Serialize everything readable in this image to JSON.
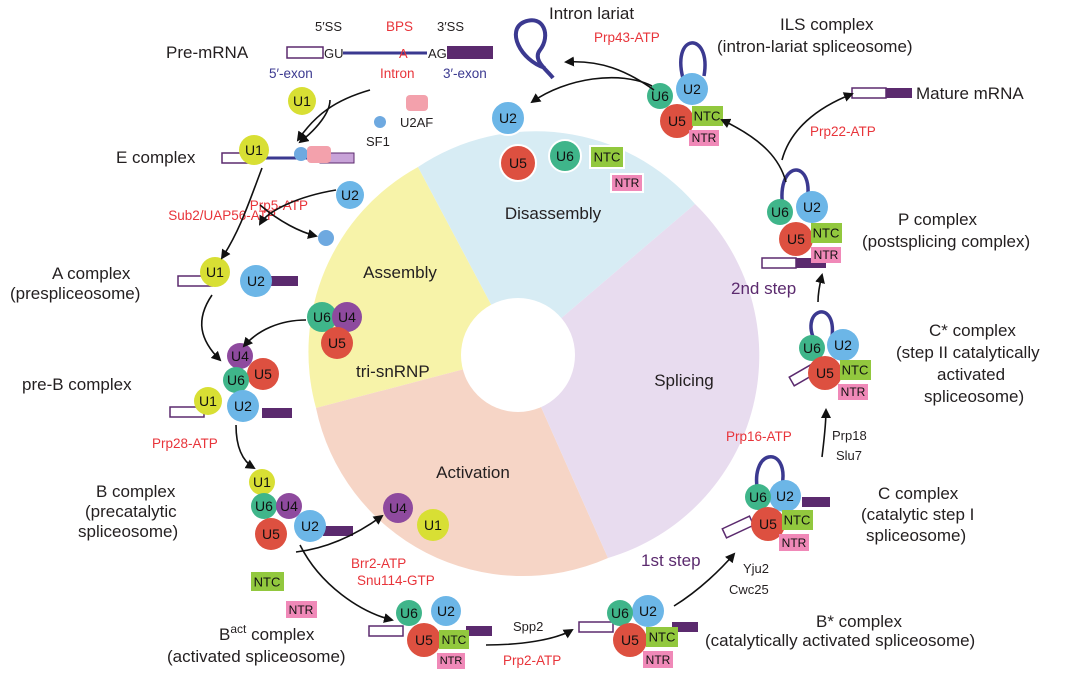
{
  "colors": {
    "u1": "#d8df34",
    "u2": "#6cb6e7",
    "u4": "#8e4a9e",
    "u5": "#dd5040",
    "u6": "#3fb58a",
    "ntc": "#92c83e",
    "ntr": "#f089b8",
    "u2af": "#f3a1ac",
    "sf1": "#6ea9e0",
    "exon": "#5b2a6e",
    "assembly": "#f7f3a9",
    "activation": "#f6d5c6",
    "splicing": "#e8dcef",
    "disassembly": "#d7ecf4",
    "red_label": "#e8343a",
    "intron": "#3b3990"
  },
  "sectors": {
    "assembly": "Assembly",
    "activation": "Activation",
    "splicing": "Splicing",
    "disassembly": "Disassembly"
  },
  "premrna": {
    "title": "Pre-mRNA",
    "ss5": "5′SS",
    "bps": "BPS",
    "ss3": "3′SS",
    "gu": "GU",
    "a": "A",
    "ag": "AG",
    "exon5": "5′-exon",
    "intron": "Intron",
    "exon3": "3′-exon"
  },
  "complexes": {
    "e": "E complex",
    "a_l1": "A complex",
    "a_l2": "(prespliceosome)",
    "preb": "pre-B complex",
    "b_l1": "B complex",
    "b_l2": "(precatalytic",
    "b_l3": "spliceosome)",
    "bact_main": "B",
    "bact_sup": "act",
    "bact_rest": " complex",
    "bact_l2": "(activated spliceosome)",
    "bstar_l1": "B* complex",
    "bstar_l2": "(catalytically activated spliceosome)",
    "c_l1": "C complex",
    "c_l2": "(catalytic step I",
    "c_l3": "spliceosome)",
    "cstar_l1": "C* complex",
    "cstar_l2": "(step II catalytically",
    "cstar_l3": "activated",
    "cstar_l4": "spliceosome)",
    "p_l1": "P complex",
    "p_l2": "(postsplicing complex)",
    "ils_l1": "ILS complex",
    "ils_l2": "(intron-lariat spliceosome)",
    "mature": "Mature mRNA",
    "lariat": "Intron lariat",
    "tri": "tri-snRNP"
  },
  "factors": {
    "prp5": "Prp5-ATP",
    "sub2": "Sub2/UAP56-ATP",
    "prp28": "Prp28-ATP",
    "brr2": "Brr2-ATP",
    "snu114": "Snu114-GTP",
    "spp2": "Spp2",
    "prp2": "Prp2-ATP",
    "yju2": "Yju2",
    "cwc25": "Cwc25",
    "prp16": "Prp16-ATP",
    "prp18": "Prp18",
    "slu7": "Slu7",
    "prp22": "Prp22-ATP",
    "prp43": "Prp43-ATP",
    "u2af": "U2AF",
    "sf1": "SF1"
  },
  "steps": {
    "first": "1st step",
    "second": "2nd step"
  },
  "snrnp": {
    "u1": "U1",
    "u2": "U2",
    "u4": "U4",
    "u5": "U5",
    "u6": "U6",
    "ntc": "NTC",
    "ntr": "NTR"
  }
}
